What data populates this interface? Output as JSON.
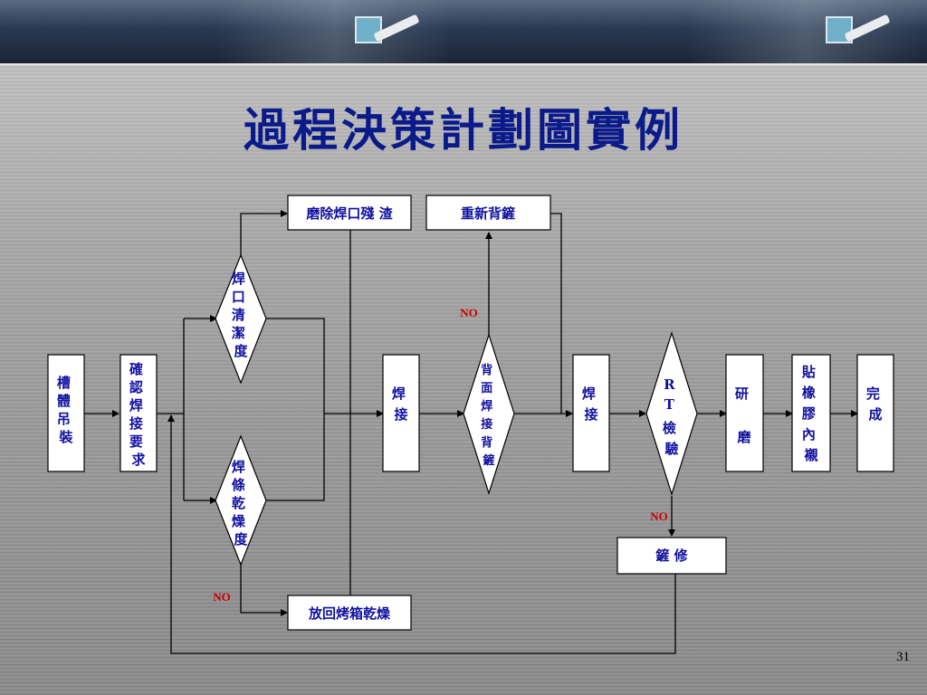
{
  "title": "過程決策計劃圖實例",
  "page_number": "31",
  "nodes": {
    "body_lift": "槽體吊裝",
    "confirm_req": "確認焊接要求",
    "clean_deg": "焊口清潔度",
    "rod_dry": "焊條乾燥度",
    "grind_slag": "磨除焊口殘 渣",
    "rebake": "放回烤箱乾燥",
    "weld1": "焊接",
    "back_gouge": "背面焊接背鏟",
    "regouge": "重新背鏟",
    "weld2": "焊接",
    "rt": [
      "R",
      "T",
      "檢",
      "驗"
    ],
    "grind": "研磨",
    "lining": "貼橡膠內襯",
    "done": "完成",
    "repair": "鏟 修"
  },
  "labels": {
    "no1": "NO",
    "no2": "NO",
    "no3": "NO"
  },
  "colors": {
    "title": "#0a1a8a",
    "node_text": "#1010a0",
    "no_text": "#cc0000",
    "banner": "#2a3a52"
  }
}
